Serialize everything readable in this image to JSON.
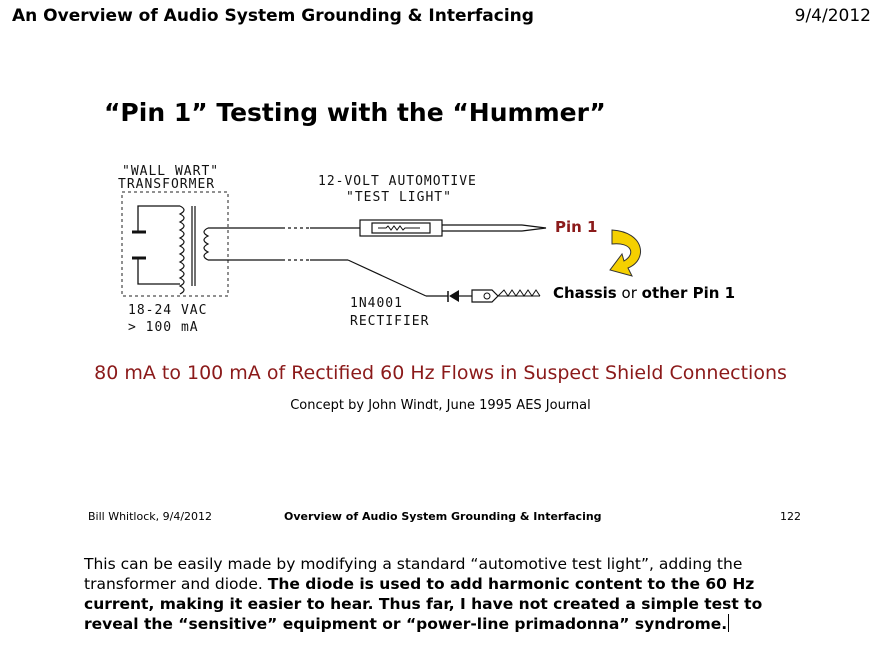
{
  "header": {
    "title": "An Overview of Audio System Grounding & Interfacing",
    "date": "9/4/2012"
  },
  "slide": {
    "title": "“Pin 1” Testing with the “Hummer”",
    "diagram": {
      "transformer_label_line1": "\"WALL WART\"",
      "transformer_label_line2": "TRANSFORMER",
      "light_label_line1": "12-VOLT AUTOMOTIVE",
      "light_label_line2": "\"TEST LIGHT\"",
      "pin1": "Pin 1",
      "chassis_bold": "Chassis",
      "chassis_or": " or ",
      "chassis_other": "other Pin 1",
      "rectifier_line1": "1N4001",
      "rectifier_line2": "RECTIFIER",
      "voltage_line1": "18-24 VAC",
      "voltage_line2": "> 100 mA",
      "colors": {
        "pin1": "#8b1a1a",
        "arrow": "#f5d000"
      }
    },
    "subtitle": "80 mA to 100 mA of Rectified 60 Hz Flows in Suspect Shield Connections",
    "concept": "Concept by John Windt, June 1995 AES Journal"
  },
  "footer": {
    "author": "Bill Whitlock, 9/4/2012",
    "title": "Overview of Audio System Grounding & Interfacing",
    "page": "122"
  },
  "notes": {
    "normal": "This can be easily made by modifying a standard “automotive test light”, adding the transformer and diode. ",
    "bold": "The diode is used to add harmonic content to the 60 Hz current, making it easier to hear. Thus far, I have not created a simple test to reveal the “sensitive” equipment or “power-line primadonna” syndrome."
  }
}
